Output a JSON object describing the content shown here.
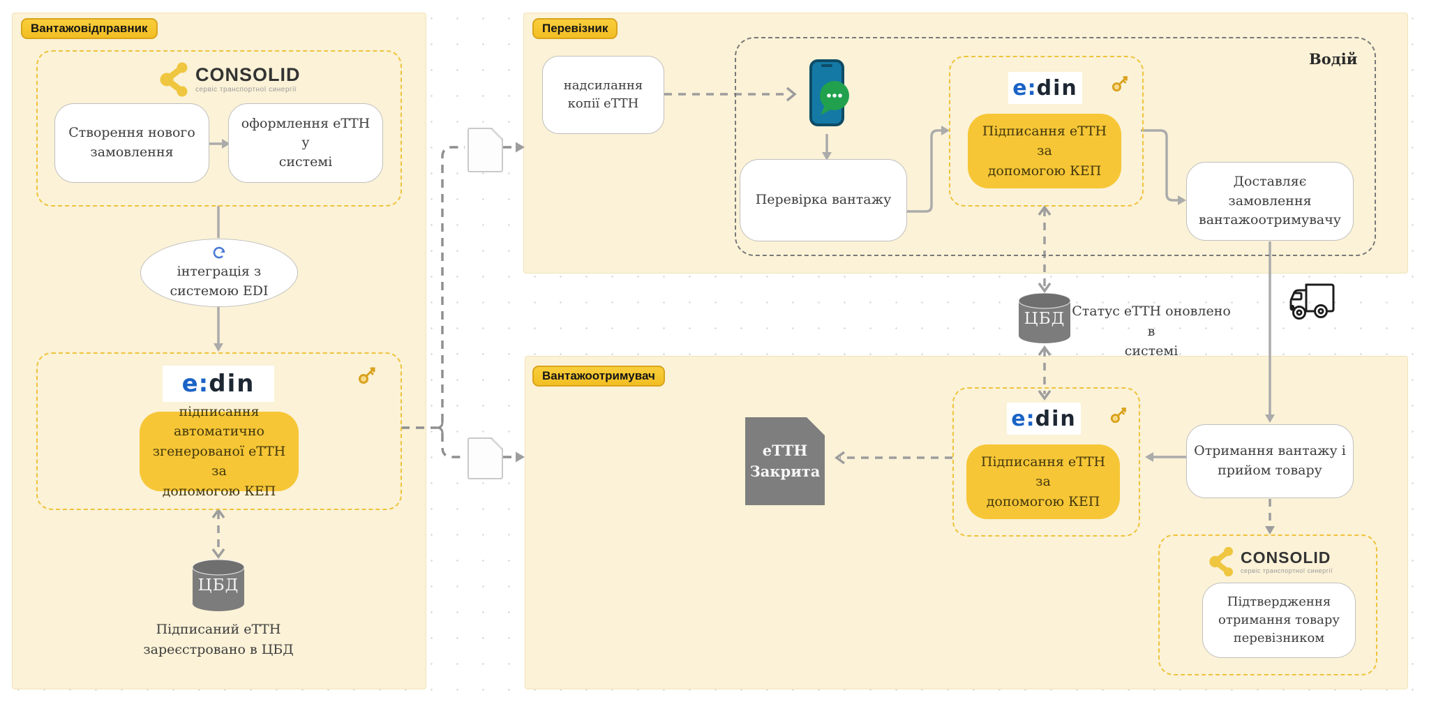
{
  "diagram": {
    "shipper": {
      "badge": "Вантажовідправник",
      "create_order": "Створення нового\nзамовлення",
      "issue_etth": "оформлення еТТН у\nсистемі",
      "integration": "інтеграція з\nсистемою EDI",
      "sign_auto": "підписання автоматично\nзгенерованої еТТН  за\nдопомогою КЕП",
      "db_label": "ЦБД",
      "db_caption": "Підписаний еТТН\nзареєстровано в ЦБД"
    },
    "carrier": {
      "badge": "Перевізник",
      "driver_label": "Водій",
      "send_copy": "надсилання копії  еТТН",
      "check_cargo": "Перевірка вантажу",
      "sign_kep": "Підписання еТТН за\nдопомогою КЕП",
      "deliver": "Доставляє замовлення\nвантажоотримувачу"
    },
    "central_db": {
      "label": "ЦБД",
      "status": "Статус еТТН оновлено в\nсистемі"
    },
    "consignee": {
      "badge": "Вантажоотримувач",
      "etth_closed": "еТТН\nЗакрита",
      "sign_kep": "Підписання еТТН за\nдопомогою КЕП",
      "receive": "Отримання вантажу і\nприйом товару",
      "confirm": "Підтвердження\nотримання товару\nперевізником"
    },
    "logos": {
      "consolid_name": "CONSOLID",
      "consolid_tagline": "сервіс транспортної синергії",
      "edin_e": "e",
      "edin_colon": ":",
      "edin_din": "din"
    },
    "colors": {
      "panel": "#FBF2D7",
      "accent_yellow": "#F6C636",
      "badge_yellow": "#F5C62B",
      "dashed_yellow": "#EFC33C",
      "node_gray": "#7E7E7E",
      "arrow_gray": "#ABABAB"
    }
  }
}
